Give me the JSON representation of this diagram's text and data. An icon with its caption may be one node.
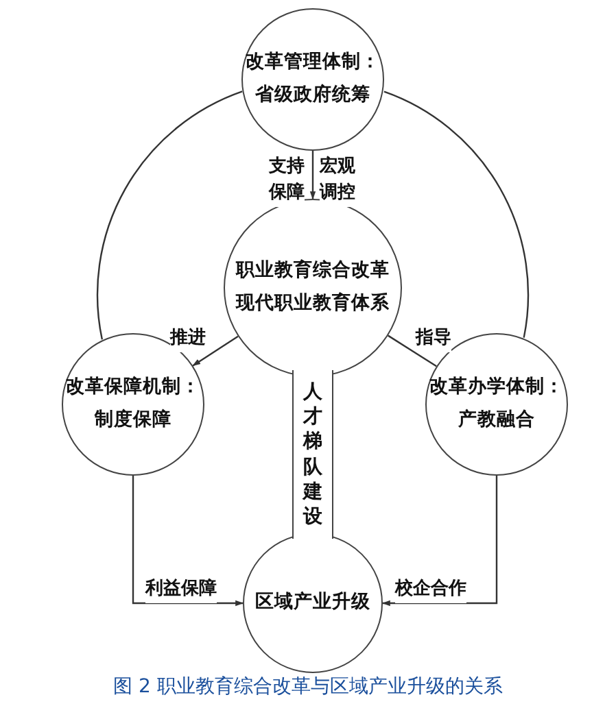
{
  "diagram": {
    "caption": "图 2 职业教育综合改革与区域产业升级的关系",
    "nodes": [
      {
        "text": [
          "改革管理体制：",
          "省级政府统筹"
        ]
      },
      {
        "text": [
          "职业教育综合改革",
          "现代职业教育体系"
        ]
      },
      {
        "text": [
          "改革保障机制：",
          "制度保障"
        ]
      },
      {
        "text": [
          "改革办学体制：",
          "产教融合"
        ]
      },
      {
        "text": [
          "人才梯队建设"
        ]
      },
      {
        "text": [
          "区域产业升级"
        ]
      }
    ],
    "edges": [
      {
        "from": 0,
        "to": 1,
        "arrow": "to",
        "label": "支持保障"
      },
      {
        "from": 1,
        "to": 2,
        "arrow": "to",
        "label": "推进"
      },
      {
        "from": 1,
        "to": 3,
        "arrow": "none",
        "label": "指导"
      },
      {
        "from": 2,
        "to": 5,
        "arrow": "to",
        "label": "利益保障"
      },
      {
        "from": 3,
        "to": 5,
        "arrow": "to",
        "label": "校企合作"
      },
      {
        "from": 0,
        "to": 2,
        "arrow": "none"
      },
      {
        "from": 0,
        "to": 3,
        "arrow": "none"
      }
    ],
    "labels": [
      "宏观调控"
    ]
  }
}
